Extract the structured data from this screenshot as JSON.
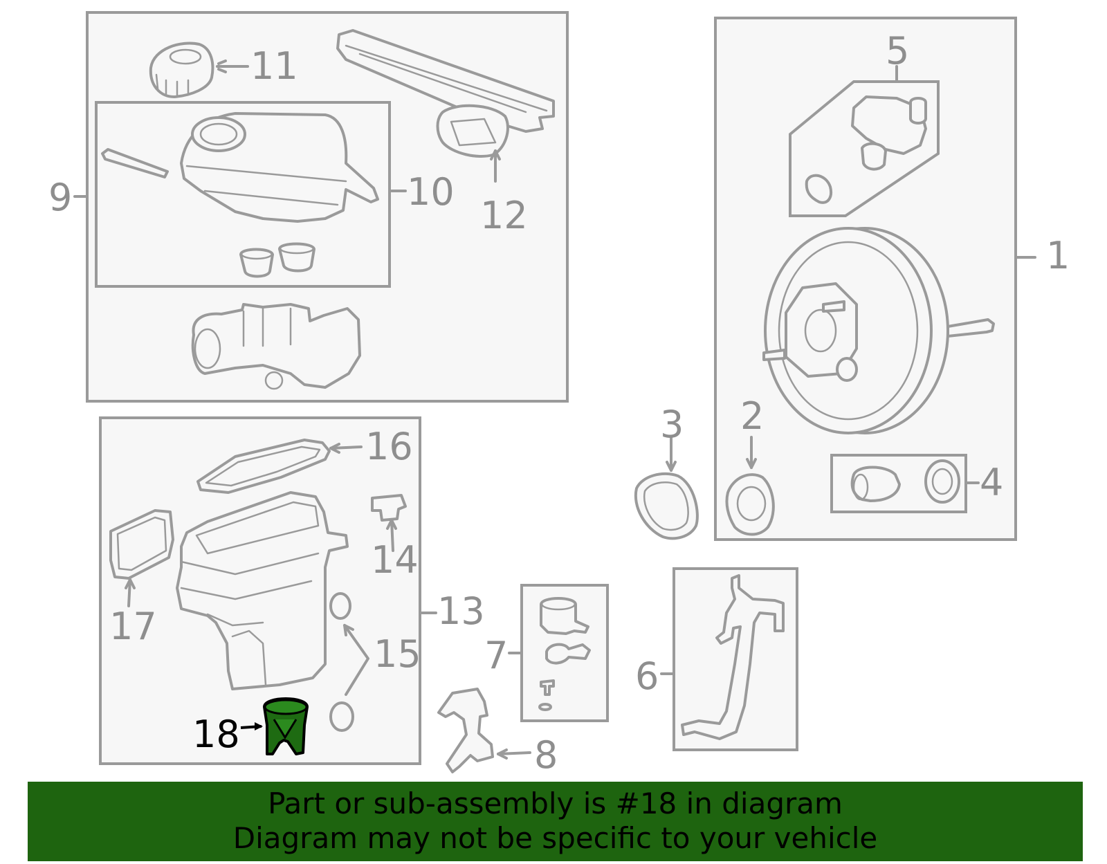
{
  "callouts": {
    "c1": "1",
    "c2": "2",
    "c3": "3",
    "c4": "4",
    "c5": "5",
    "c6": "6",
    "c7": "7",
    "c8": "8",
    "c9": "9",
    "c10": "10",
    "c11": "11",
    "c12": "12",
    "c13": "13",
    "c14": "14",
    "c15": "15",
    "c16": "16",
    "c17": "17",
    "c18": "18"
  },
  "highlight": {
    "part_number": "18",
    "color": "#1e6b12"
  },
  "banner": {
    "line1": "Part or sub-assembly is #18 in diagram",
    "line2": "Diagram may not be specific to your vehicle",
    "color": "#1e640f"
  },
  "icons": [
    "brake-booster-icon",
    "master-cylinder-icon",
    "reservoir-icon",
    "pedal-icon"
  ]
}
